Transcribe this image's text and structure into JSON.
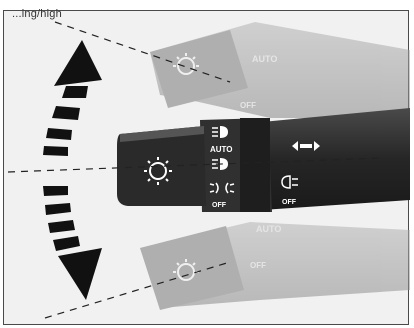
{
  "caption_fragment": "...ing/high",
  "labels": {
    "auto": "AUTO",
    "off": "OFF"
  },
  "icons": {
    "headlight_main": "headlight-low-beam-icon",
    "fog_front": "front-fog-light-icon",
    "fog_rear": "rear-fog-light-icon",
    "parking": "parking-light-icon",
    "indicator": "turn-signal-arrows-icon"
  },
  "colors": {
    "lever_body": "#2b2b2b",
    "lever_ghost": "#9a9a9a",
    "arrow": "#111111",
    "background": "#f1f1f1"
  }
}
